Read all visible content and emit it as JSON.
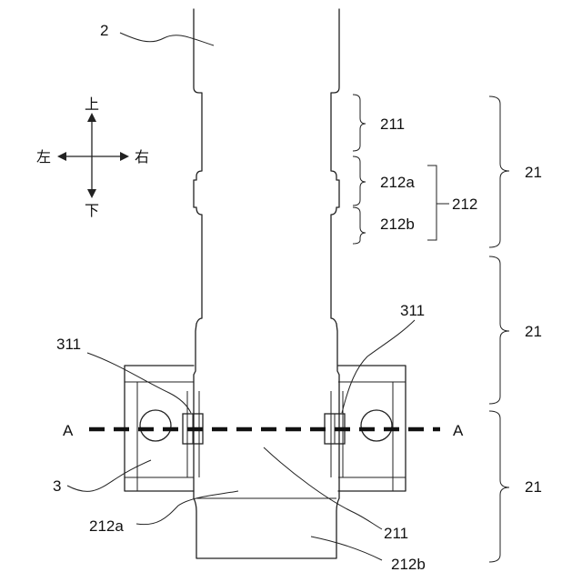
{
  "labels": {
    "strip": "2",
    "clip": "3",
    "segment_group": "21",
    "segment_a": "211",
    "sub_a": "212a",
    "sub_b": "212b",
    "sub_group": "212",
    "pin": "311",
    "section": "A"
  },
  "directions": {
    "up": "上",
    "down": "下",
    "left": "左",
    "right": "右"
  }
}
